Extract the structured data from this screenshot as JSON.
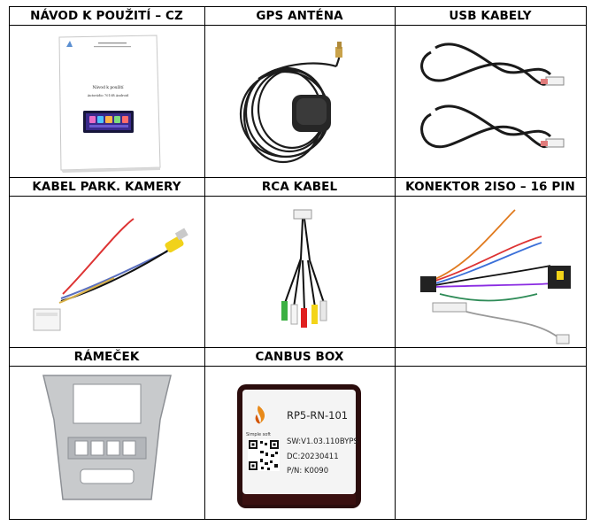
{
  "table": {
    "headers": [
      "NÁVOD K POUŽITÍ – CZ",
      "GPS ANTÉNA",
      "USB KABELY",
      "KABEL PARK. KAMERY",
      "RCA KABEL",
      "KONEKTOR 2ISO – 16 PIN",
      "RÁMEČEK",
      "CANBUS BOX",
      ""
    ]
  },
  "manual": {
    "title": "Návod k použití",
    "subtitle": "Autorádio 7010B Android"
  },
  "canbus": {
    "model": "RP5-RN-101",
    "brand": "Simple soft",
    "sw": "SW:V1.03.110BYPS",
    "dc": "DC:20230411",
    "pn": "P/N: K0090"
  }
}
